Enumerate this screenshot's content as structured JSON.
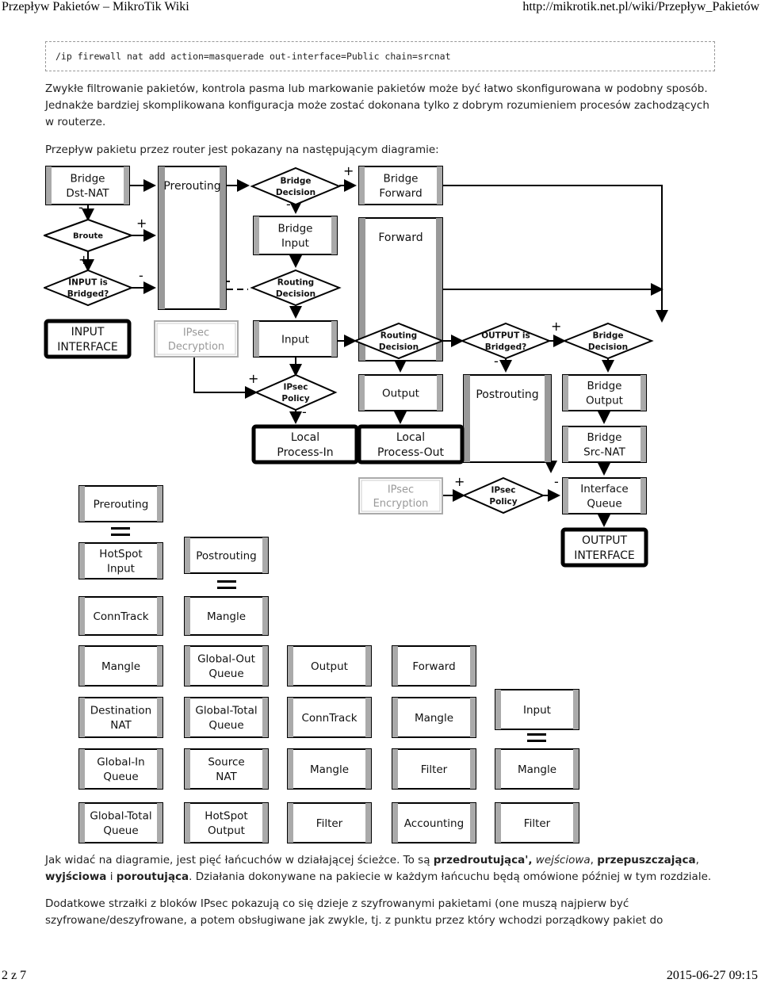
{
  "header": {
    "left": "Przepływ Pakietów – MikroTik Wiki",
    "right": "http://mikrotik.net.pl/wiki/Przepływ_Pakietów"
  },
  "code": "/ip firewall nat add action=masquerade out-interface=Public chain=srcnat",
  "para1": "Zwykłe filtrowanie pakietów, kontrola pasma lub markowanie pakietów może być łatwo skonfigurowana w podobny sposób. Jednakże bardziej skomplikowana konfiguracja może zostać dokonana tylko z dobrym rozumieniem procesów zachodzących w routerze.",
  "para2": "Przepływ pakietu przez router jest pokazany na następującym diagramie:",
  "para3": {
    "a": "Jak widać na diagramie, jest pięć łańcuchów w działającej ścieżce. To są ",
    "b": "przedroutująca',",
    "c": " ",
    "d": "wejściowa",
    "e": ", ",
    "f": "przepuszczająca",
    "g": ", ",
    "h": "wyjściowa",
    "i": " i ",
    "j": "poroutująca",
    "k": ". Działania dokonywane na pakiecie w każdym łańcuchu będą omówione później w tym rozdziale."
  },
  "para4": "Dodatkowe strzałki z bloków IPsec pokazują co się dzieje z szyfrowanymi pakietami (one muszą najpierw być szyfrowane/deszyfrowane, a potem obsługiwane jak zwykle, tj. z punktu przez który wchodzi porządkowy pakiet do",
  "footer": {
    "left": "2 z 7",
    "right": "2015-06-27 09:15"
  },
  "diagram": {
    "boxes": {
      "bridge_dstnat": [
        "Bridge",
        "Dst-NAT"
      ],
      "prerouting": [
        "Prerouting"
      ],
      "bridge_input": [
        "Bridge",
        "Input"
      ],
      "bridge_forward": [
        "Bridge",
        "Forward"
      ],
      "forward": [
        "Forward"
      ],
      "input_interface": [
        "INPUT",
        "INTERFACE"
      ],
      "ipsec_decryption": [
        "IPsec",
        "Decryption"
      ],
      "input": [
        "Input"
      ],
      "output": [
        "Output"
      ],
      "postrouting": [
        "Postrouting"
      ],
      "bridge_output": [
        "Bridge",
        "Output"
      ],
      "bridge_srcnat": [
        "Bridge",
        "Src-NAT"
      ],
      "local_process_in": [
        "Local",
        "Process-In"
      ],
      "local_process_out": [
        "Local",
        "Process-Out"
      ],
      "ipsec_encryption": [
        "IPsec",
        "Encryption"
      ],
      "interface_queue": [
        "Interface",
        "Queue"
      ],
      "output_interface": [
        "OUTPUT",
        "INTERFACE"
      ],
      "pre2": [
        "Prerouting"
      ],
      "hotspot_input": [
        "HotSpot",
        "Input"
      ],
      "conntrack1": [
        "ConnTrack"
      ],
      "mangle1": [
        "Mangle"
      ],
      "destination_nat": [
        "Destination",
        "NAT"
      ],
      "global_in_queue": [
        "Global-In",
        "Queue"
      ],
      "global_total_queue1": [
        "Global-Total",
        "Queue"
      ],
      "post2": [
        "Postrouting"
      ],
      "mangle2": [
        "Mangle"
      ],
      "global_out_queue": [
        "Global-Out",
        "Queue"
      ],
      "global_total_queue2": [
        "Global-Total",
        "Queue"
      ],
      "source_nat": [
        "Source",
        "NAT"
      ],
      "hotspot_output": [
        "HotSpot",
        "Output"
      ],
      "output2": [
        "Output"
      ],
      "conntrack2": [
        "ConnTrack"
      ],
      "mangle3": [
        "Mangle"
      ],
      "filter1": [
        "Filter"
      ],
      "forward2": [
        "Forward"
      ],
      "mangle4": [
        "Mangle"
      ],
      "filter2": [
        "Filter"
      ],
      "accounting": [
        "Accounting"
      ],
      "input2": [
        "Input"
      ],
      "mangle5": [
        "Mangle"
      ],
      "filter3": [
        "Filter"
      ]
    },
    "diamonds": {
      "bridge_decision1": [
        "Bridge",
        "Decision"
      ],
      "broute": [
        "Broute"
      ],
      "input_is_bridged": [
        "INPUT is",
        "Bridged?"
      ],
      "routing_decision1": [
        "Routing",
        "Decision"
      ],
      "routing_decision2": [
        "Routing",
        "Decision"
      ],
      "output_is_bridged": [
        "OUTPUT is",
        "Bridged?"
      ],
      "bridge_decision2": [
        "Bridge",
        "Decision"
      ],
      "ipsec_policy1": [
        "IPsec",
        "Policy"
      ],
      "ipsec_policy2": [
        "IPsec",
        "Policy"
      ]
    },
    "signs": {
      "plus": "+",
      "minus": "-"
    }
  }
}
